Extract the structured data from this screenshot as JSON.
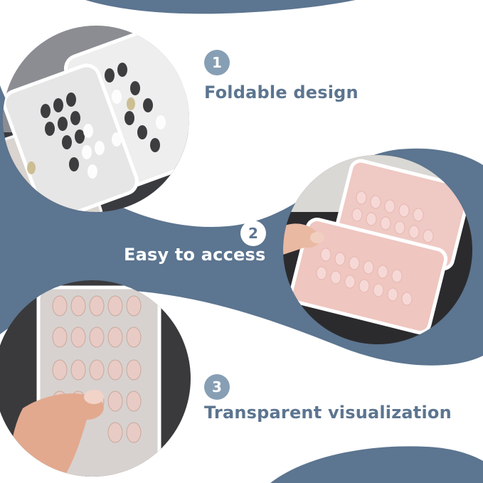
{
  "colors": {
    "accent": "#5c7590",
    "badge": "#879fb4",
    "background": "#ffffff"
  },
  "features": [
    {
      "number": "1",
      "label": "Foldable design"
    },
    {
      "number": "2",
      "label": "Easy to access"
    },
    {
      "number": "3",
      "label": "Transparent visualization"
    }
  ],
  "images": [
    {
      "name": "foldable-case-photo"
    },
    {
      "name": "open-case-hand-photo"
    },
    {
      "name": "upright-case-photo"
    }
  ]
}
